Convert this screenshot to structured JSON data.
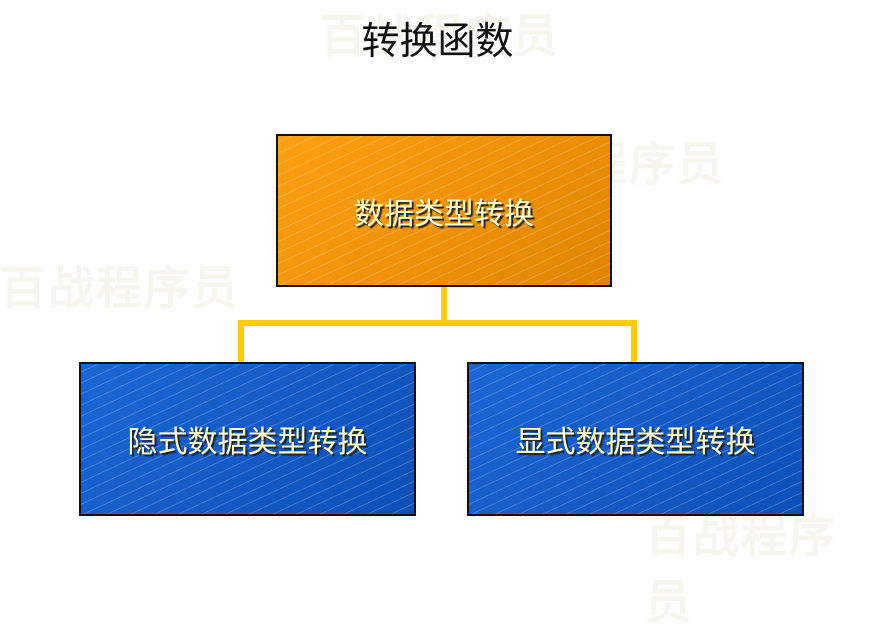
{
  "title": "转换函数",
  "root": {
    "label": "数据类型转换"
  },
  "children": [
    {
      "label": "隐式数据类型转换"
    },
    {
      "label": "显式数据类型转换"
    }
  ],
  "watermark": "百战程序员",
  "colors": {
    "orange": "#f39200",
    "blue": "#0f5bc8",
    "connector": "#ffcc00",
    "text": "#ffffcc"
  }
}
